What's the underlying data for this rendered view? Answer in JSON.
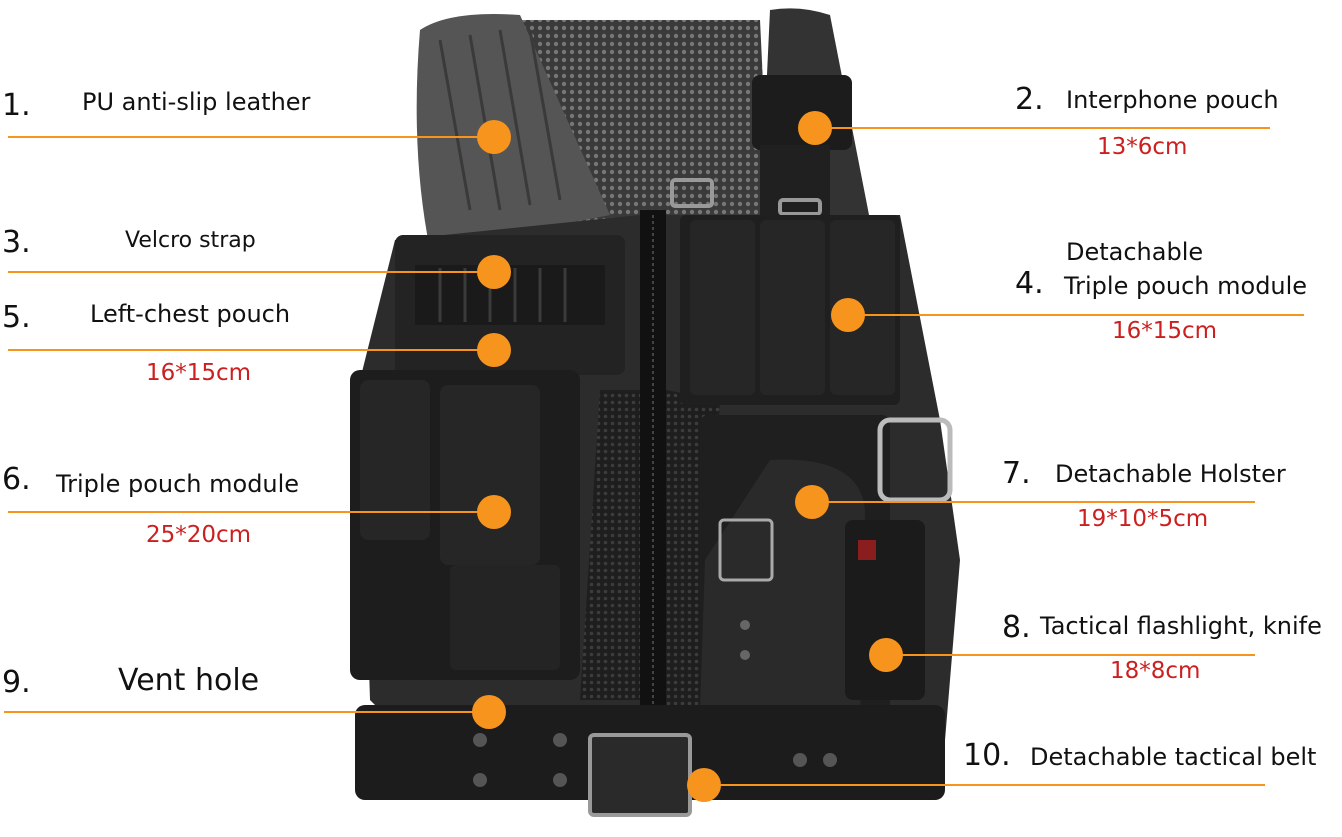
{
  "palette": {
    "accent": "#f7941d",
    "dimension_text": "#cc1f1f",
    "vest_body": "#2a2a2a",
    "vest_dark": "#151515",
    "mesh": "#5a5a5a"
  },
  "callouts": [
    {
      "number": "1.",
      "name": "PU anti-slip leather",
      "size": ""
    },
    {
      "number": "2.",
      "name": "Interphone pouch",
      "size": "13*6cm"
    },
    {
      "number": "3.",
      "name": "Velcro strap",
      "size": ""
    },
    {
      "number": "4.",
      "name": "Detachable",
      "name_line2": "Triple pouch module",
      "size": "16*15cm"
    },
    {
      "number": "5.",
      "name": "Left-chest pouch",
      "size": "16*15cm"
    },
    {
      "number": "6.",
      "name": "Triple pouch module",
      "size": "25*20cm"
    },
    {
      "number": "7.",
      "name": "Detachable Holster",
      "size": "19*10*5cm"
    },
    {
      "number": "8.",
      "name": "Tactical flashlight, knife",
      "size": "18*8cm"
    },
    {
      "number": "9.",
      "name": "Vent hole",
      "size": ""
    },
    {
      "number": "10.",
      "name": "Detachable tactical belt",
      "size": ""
    }
  ]
}
